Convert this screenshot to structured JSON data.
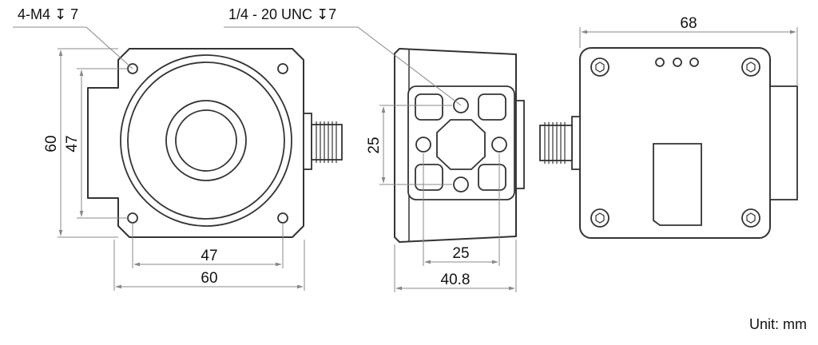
{
  "callouts": {
    "mount_holes": "4-M4 ↧ 7",
    "tripod_thread": "1/4 - 20 UNC ↧7"
  },
  "front_view": {
    "height_outer": "60",
    "height_inner": "47",
    "width_inner": "47",
    "width_outer": "60"
  },
  "side_view": {
    "hole_spacing_vertical": "25",
    "hole_spacing_horizontal": "25",
    "depth": "40.8"
  },
  "back_view": {
    "width": "68"
  },
  "unit_label": "Unit: mm"
}
